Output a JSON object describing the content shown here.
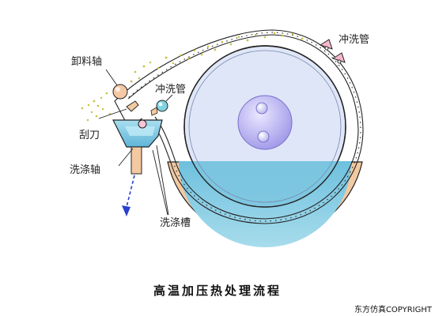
{
  "labels": {
    "unload_shaft": "卸料轴",
    "flush_pipe_top": "冲洗管",
    "flush_pipe_mid": "冲洗管",
    "scraper": "刮刀",
    "wash_shaft": "洗涤轴",
    "wash_tank": "洗涤槽"
  },
  "caption": "高温加压热处理流程",
  "copyright": "东方仿真COPYRIGHT",
  "colors": {
    "drum_fill": "#dfe6f8",
    "liquid": "#8fd0e6",
    "tank": "#f3c9a1",
    "hub": "#b9b3f0",
    "arrow": "#2a3fcf",
    "nozzle": "#f7b8cc",
    "particles": "#c8c040"
  }
}
